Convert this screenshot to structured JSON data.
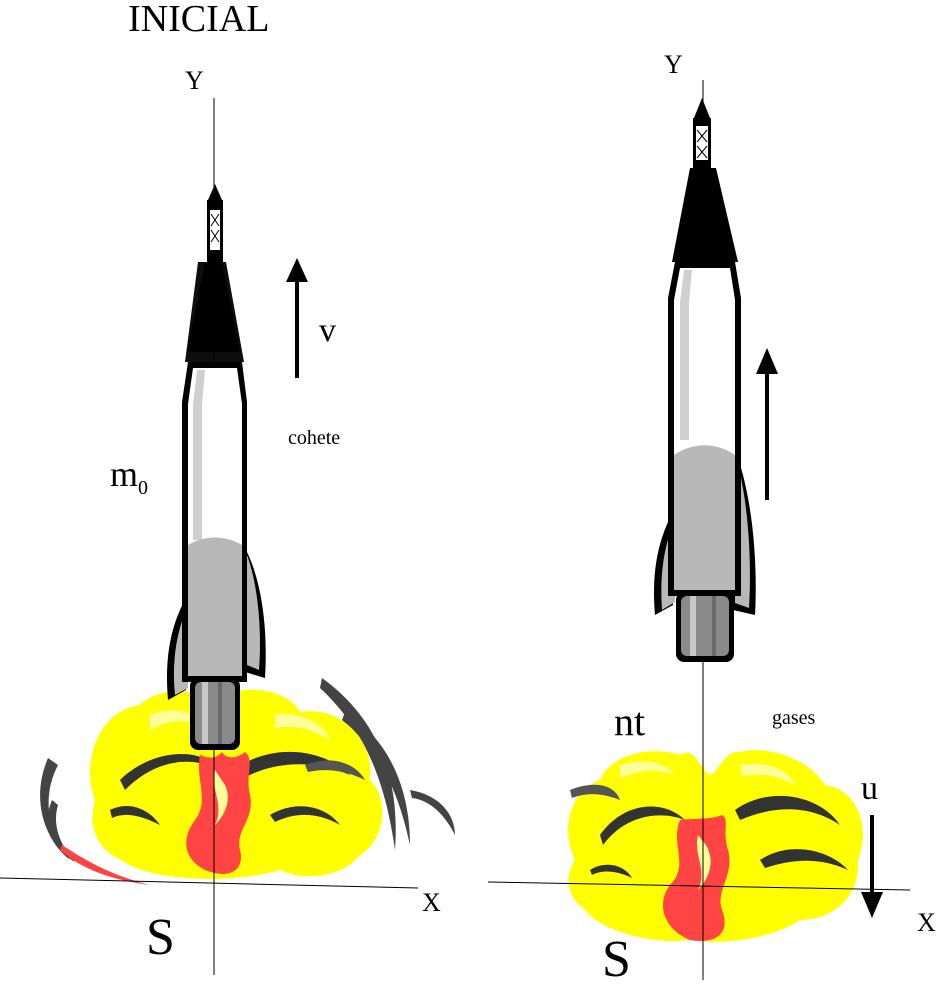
{
  "title": "INICIAL",
  "left": {
    "axis_y": "Y",
    "axis_x": "X",
    "origin": "S",
    "mass_base": "m",
    "mass_sub": "0",
    "velocity": "v",
    "rocket_label": "cohete"
  },
  "right": {
    "axis_y": "Y",
    "axis_x": "X",
    "origin": "S",
    "mass_label": "nt",
    "gas_label": "gases",
    "gas_velocity": "u"
  },
  "colors": {
    "flame_yellow": "#ffff00",
    "flame_light": "#ffff99",
    "flame_red": "#ff4444",
    "rocket_black": "#000000",
    "rocket_white": "#ffffff",
    "rocket_gray": "#b8b8b8",
    "rocket_dark_gray": "#8a8a8a",
    "smoke_gray": "#444444"
  },
  "icons": [
    "rocket-icon",
    "flame-icon",
    "arrow-up-icon",
    "arrow-down-icon"
  ]
}
